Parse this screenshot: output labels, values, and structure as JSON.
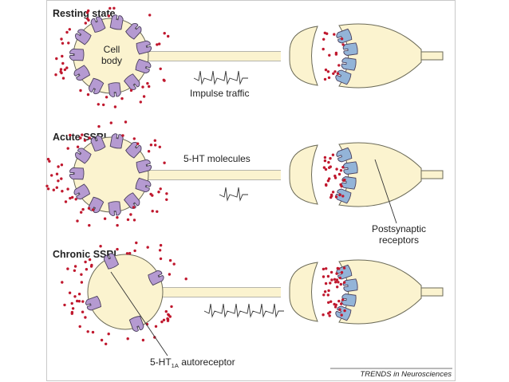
{
  "panels": [
    {
      "title": "Resting state"
    },
    {
      "title": "Acute SSRI"
    },
    {
      "title": "Chronic SSRI"
    }
  ],
  "labels": {
    "cell_body_line1": "Cell",
    "cell_body_line2": "body",
    "impulse_traffic": "Impulse traffic",
    "ht_molecules": "5-HT molecules",
    "postsynaptic_line1": "Postsynaptic",
    "postsynaptic_line2": "receptors",
    "autoreceptor_prefix": "5-HT",
    "autoreceptor_subscript": "1A",
    "autoreceptor_suffix": " autoreceptor"
  },
  "credit": "TRENDS in Neurosciences",
  "colors": {
    "cell_fill": "#fbf3cf",
    "outline": "#6b6a57",
    "autoreceptor": "#b59ad1",
    "postsynaptic_receptor": "#93b4d8",
    "molecule": "#c0182e"
  }
}
